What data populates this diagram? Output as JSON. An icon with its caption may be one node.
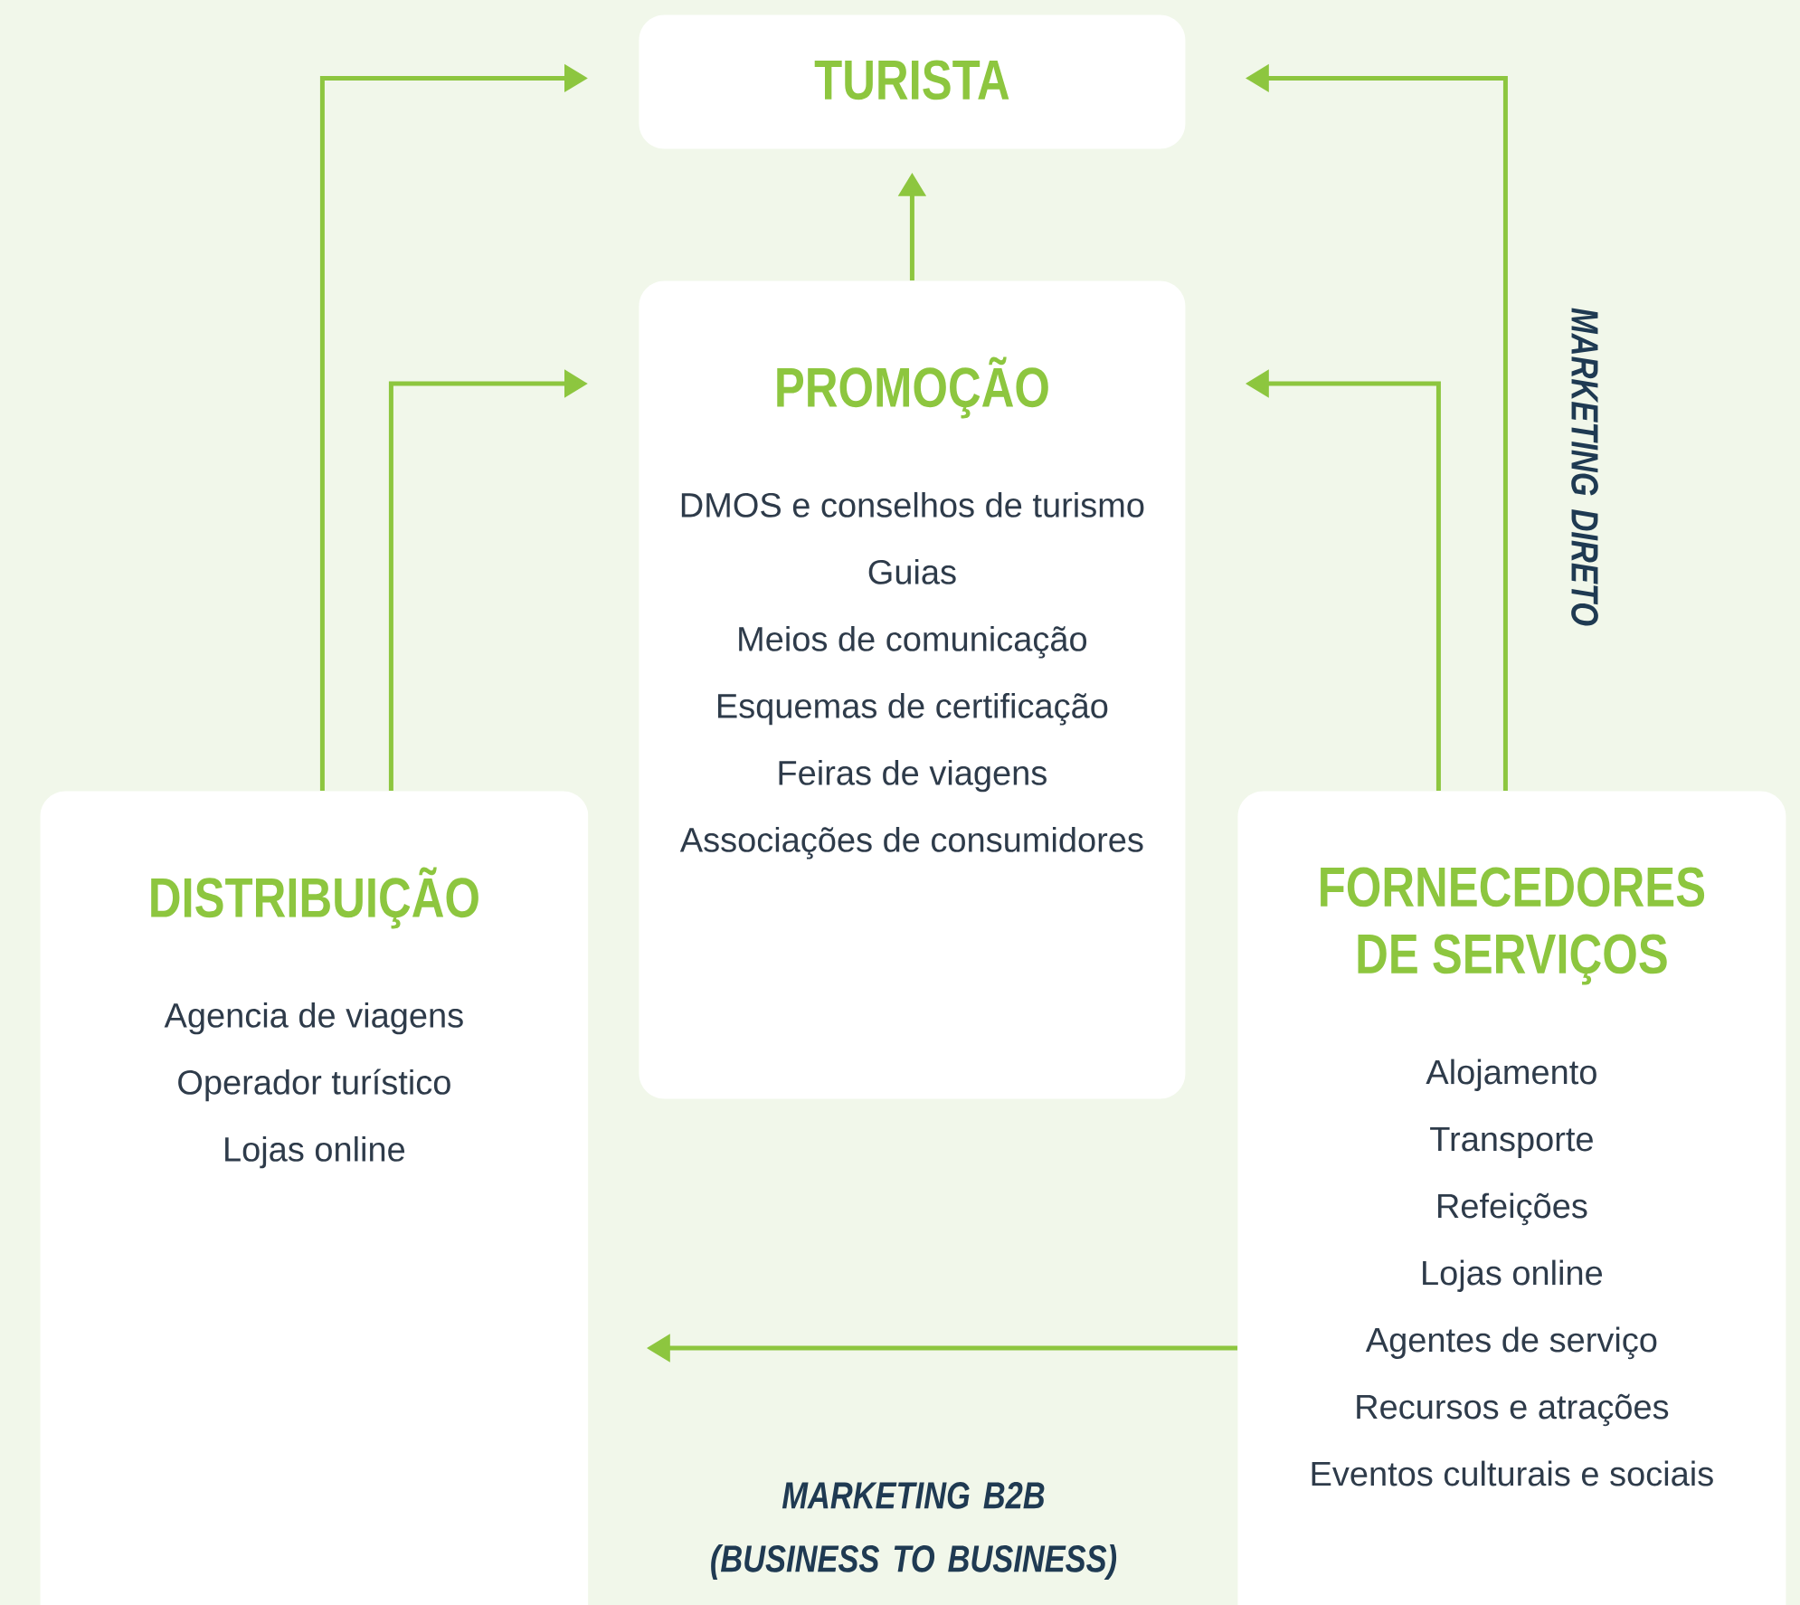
{
  "diagram": {
    "nodes": [
      {
        "text": [
          "TURISTA"
        ]
      },
      {
        "text": [
          "PROMOÇÃO",
          "DMOS e conselhos de turismo",
          "Guias",
          "Meios de comunicação",
          "Esquemas de certificação",
          "Feiras de viagens",
          "Associações de consumidores"
        ]
      },
      {
        "text": [
          "DISTRIBUIÇÃO",
          "Agencia de viagens",
          "Operador turístico",
          "Lojas online"
        ]
      },
      {
        "text": [
          "FORNECEDORES DE SERVIÇOS",
          "Alojamento",
          "Transporte",
          "Refeições",
          "Lojas online",
          "Agentes de serviço",
          "Recursos e atrações",
          "Eventos culturais e sociais"
        ]
      }
    ],
    "edges": [
      {
        "from": 1,
        "to": 0,
        "arrow": "to"
      },
      {
        "from": 2,
        "to": 0,
        "arrow": "to"
      },
      {
        "from": 2,
        "to": 1,
        "arrow": "to"
      },
      {
        "from": 3,
        "to": 0,
        "arrow": "to",
        "label": "MARKETING DIRETO"
      },
      {
        "from": 3,
        "to": 1,
        "arrow": "to"
      },
      {
        "from": 3,
        "to": 2,
        "arrow": "to",
        "label": "MARKETING B2B (BUSINESS TO BUSINESS)"
      }
    ]
  }
}
